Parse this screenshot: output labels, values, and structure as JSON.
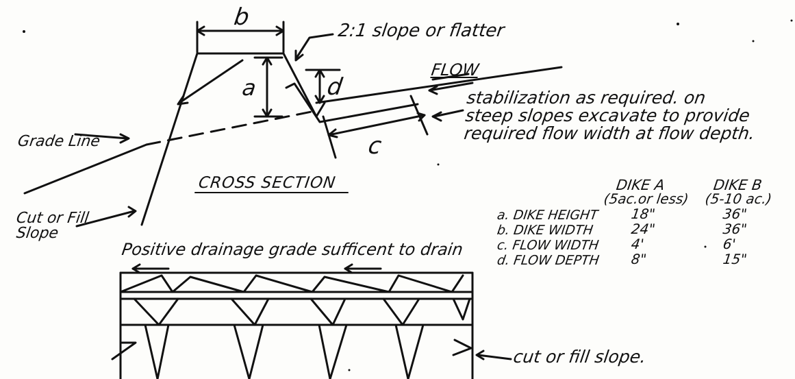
{
  "cross_section": {
    "title": "CROSS SECTION",
    "dim_a": "a",
    "dim_b": "b",
    "dim_c": "c",
    "dim_d": "d",
    "slope_note": "2:1 slope or flatter",
    "flow_label": "FLOW",
    "stabilization_note_line1": "stabilization as required. on",
    "stabilization_note_line2": "steep slopes excavate to provide",
    "stabilization_note_line3": "required flow width at flow depth.",
    "grade_line_label": "Grade Line",
    "cut_fill_line1": "Cut or Fill",
    "cut_fill_line2": "Slope"
  },
  "dimension_table": {
    "header_a": "DIKE A",
    "header_a_sub": "(5ac.or less)",
    "header_b": "DIKE B",
    "header_b_sub": "(5-10 ac.)",
    "rows": [
      {
        "label": "a. DIKE HEIGHT",
        "a": "18\"",
        "b": "36\""
      },
      {
        "label": "b. DIKE WIDTH",
        "a": "24\"",
        "b": "36\""
      },
      {
        "label": "c. FLOW WIDTH",
        "a": "4'",
        "b": "6'"
      },
      {
        "label": "d. FLOW DEPTH",
        "a": "8\"",
        "b": "15\""
      }
    ]
  },
  "plan_view": {
    "drainage_note": "Positive drainage grade sufficent to drain",
    "cut_fill_slope_label": "cut or fill slope."
  }
}
